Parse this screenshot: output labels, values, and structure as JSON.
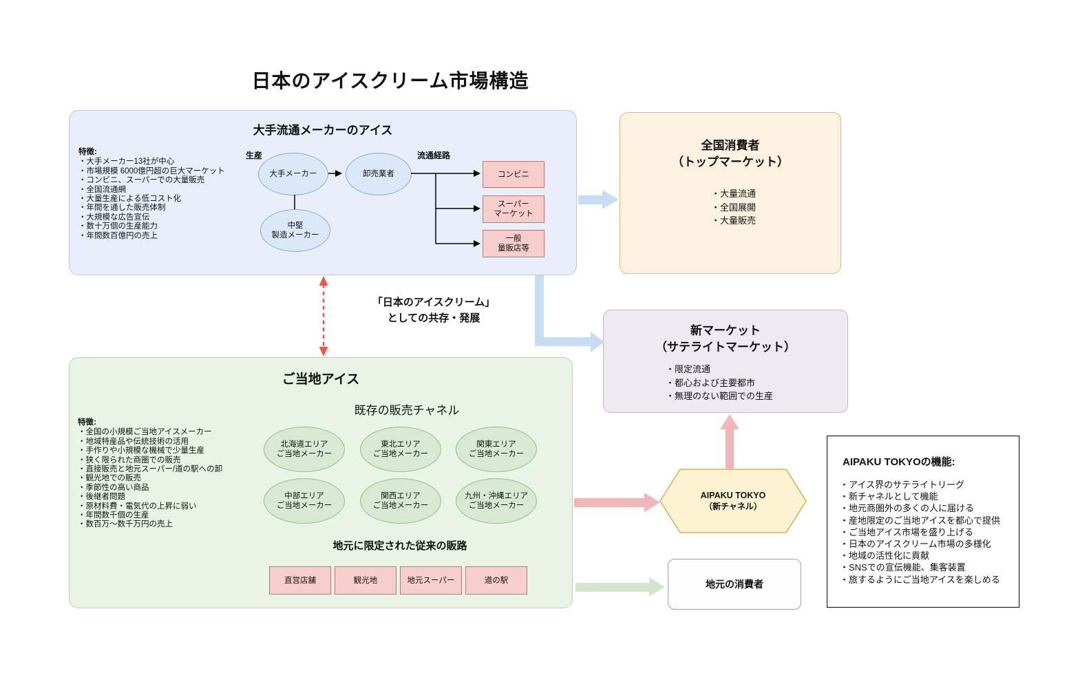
{
  "title": "日本のアイスクリーム市場構造",
  "colors": {
    "blue_container": "#e9effa",
    "blue_node": "#dbe8fa",
    "pink_node": "#f8cecc",
    "orange_box": "#fdf1e1",
    "purple_box": "#efe9f2",
    "green_container": "#e9f3e6",
    "green_node": "#d7e9d3",
    "hexagon": "#fdf3d2",
    "thick_blue_arrow": "#c8dcf4",
    "thick_pink_arrow": "#f0b6b8",
    "thick_green_arrow": "#d3e6cd",
    "red_dashed_arrow": "#f2564d"
  },
  "major_box": {
    "title": "大手流通メーカーのアイス",
    "features_label": "特徴:",
    "features": [
      "・大手メーカー13社が中心",
      "・市場規模 6000億円超の巨大マーケット",
      "・コンビニ、スーパーでの大量販売",
      "・全国流通網",
      "・大量生産による低コスト化",
      "・年間を通した販売体制",
      "・大規模な広告宣伝",
      "・数十万個の生産能力",
      "・年間数百億円の売上"
    ],
    "production_label": "生産",
    "nodes": {
      "major_maker": "大手メーカー",
      "mid_maker": "中堅\n製造メーカー",
      "wholesaler": "卸売業者"
    },
    "channel_label": "流通経路",
    "channels": [
      "コンビニ",
      "スーパー\nマーケット",
      "一般\n量販店等"
    ]
  },
  "national_box": {
    "title_line1": "全国消費者",
    "title_line2": "（トップマーケット）",
    "items": [
      "・大量流通",
      "・全国展開",
      "・大量販売"
    ]
  },
  "coexist_note": {
    "line1": "「日本のアイスクリーム」",
    "line2": "としての共存・発展"
  },
  "new_market_box": {
    "title_line1": "新マーケット",
    "title_line2": "（サテライトマーケット）",
    "items": [
      "・限定流通",
      "・都心および主要都市",
      "・無理のない範囲での生産"
    ]
  },
  "local_box": {
    "title": "ご当地アイス",
    "features_label": "特徴:",
    "features": [
      "・全国の小規模ご当地アイスメーカー",
      "・地域特産品や伝統技術の活用",
      "・手作りや小規模な機械で少量生産",
      "・狭く限られた商圏での販売",
      "・直接販売と地元スーパー/道の駅への卸",
      "・観光地での販売",
      "・季節性の高い商品",
      "・後継者問題",
      "・原材料費・電気代の上昇に弱い",
      "・年間数千個の生産",
      "・数百万～数千万円の売上"
    ],
    "existing_channels_label": "既存の販売チャネル",
    "regions": [
      "北海道エリア\nご当地メーカー",
      "東北エリア\nご当地メーカー",
      "関東エリア\nご当地メーカー",
      "中部エリア\nご当地メーカー",
      "関西エリア\nご当地メーカー",
      "九州・沖縄エリア\nご当地メーカー"
    ],
    "traditional_label": "地元に限定された従来の販路",
    "traditional_channels": [
      "直営店舗",
      "観光地",
      "地元スーパー",
      "道の駅"
    ]
  },
  "hexagon": {
    "line1": "AIPAKU TOKYO",
    "line2": "（新チャネル）"
  },
  "functions_box": {
    "title": "AIPAKU TOKYOの機能:",
    "items": [
      "・アイス界のサテライトリーグ",
      "・新チャネルとして機能",
      "・地元商圏外の多くの人に届ける",
      "・産地限定のご当地アイスを都心で提供",
      "・ご当地アイス市場を盛り上げる",
      "・日本のアイスクリーム市場の多様化",
      "・地域の活性化に貢献",
      "・SNSでの宣伝機能、集客装置",
      "・旅するようにご当地アイスを楽しめる"
    ]
  },
  "local_consumers_box": {
    "label": "地元の消費者"
  }
}
